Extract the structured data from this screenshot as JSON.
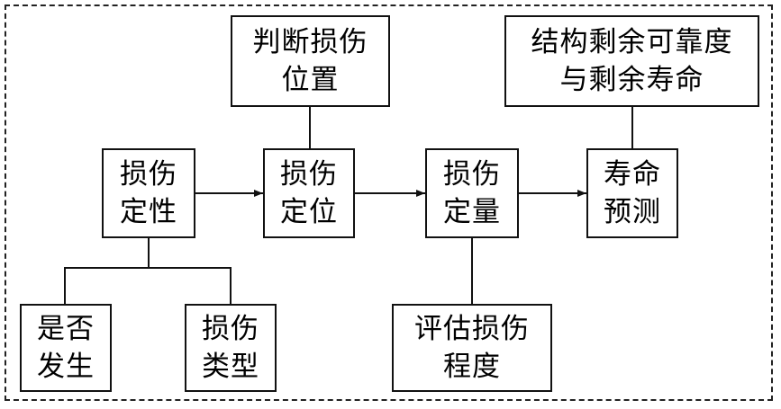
{
  "diagram": {
    "nodes": {
      "damage_location_judge": [
        "判断损伤",
        "位置"
      ],
      "remaining_life_output": [
        "结构剩余可靠度",
        "与剩余寿命"
      ],
      "damage_characterization": [
        "损伤",
        "定性"
      ],
      "damage_localization": [
        "损伤",
        "定位"
      ],
      "damage_quantification": [
        "损伤",
        "定量"
      ],
      "life_prediction": [
        "寿命",
        "预测"
      ],
      "occurrence": [
        "是否",
        "发生"
      ],
      "damage_type": [
        "损伤",
        "类型"
      ],
      "severity_assessment": [
        "评估损伤",
        "程度"
      ]
    },
    "edges": [
      {
        "from": "damage_characterization",
        "to": "damage_localization",
        "style": "arrow"
      },
      {
        "from": "damage_localization",
        "to": "damage_quantification",
        "style": "arrow"
      },
      {
        "from": "damage_quantification",
        "to": "life_prediction",
        "style": "arrow"
      },
      {
        "from": "damage_location_judge",
        "to": "damage_localization",
        "style": "line"
      },
      {
        "from": "remaining_life_output",
        "to": "life_prediction",
        "style": "line"
      },
      {
        "from": "damage_characterization",
        "to": "occurrence",
        "style": "line"
      },
      {
        "from": "damage_characterization",
        "to": "damage_type",
        "style": "line"
      },
      {
        "from": "damage_quantification",
        "to": "severity_assessment",
        "style": "line"
      }
    ],
    "colors": {
      "stroke": "#111111",
      "frame": "#222222",
      "fill": "#ffffff",
      "text": "#000000"
    }
  }
}
